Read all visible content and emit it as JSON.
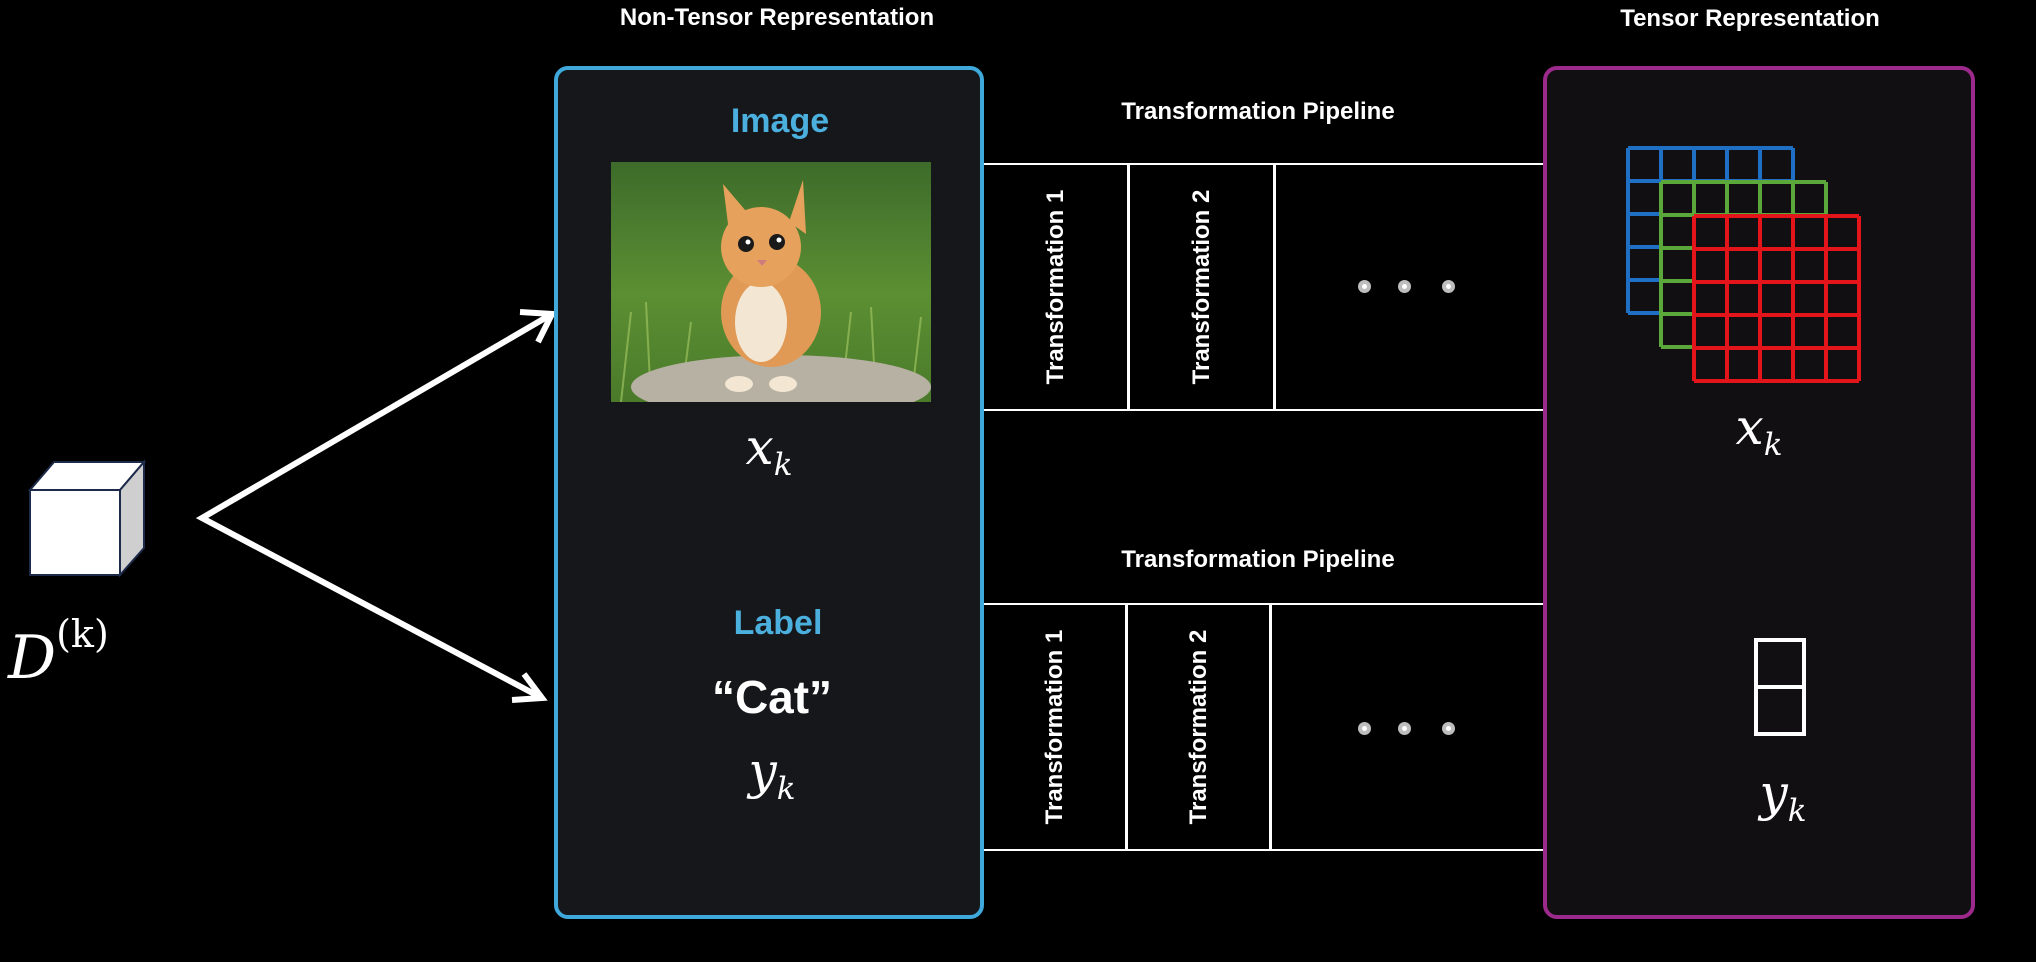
{
  "headings": {
    "non_tensor": "Non-Tensor Representation",
    "tensor": "Tensor Representation"
  },
  "dataset": {
    "symbol": "D",
    "superscript": "(k)"
  },
  "non_tensor": {
    "image_title": "Image",
    "image_var": "x",
    "image_var_sub": "k",
    "label_title": "Label",
    "label_value": "“Cat”",
    "label_var": "y",
    "label_var_sub": "k"
  },
  "pipelines": [
    {
      "title": "Transformation Pipeline",
      "stages": [
        "Transformation 1",
        "Transformation 2"
      ]
    },
    {
      "title": "Transformation Pipeline",
      "stages": [
        "Transformation 1",
        "Transformation 2"
      ]
    }
  ],
  "tensor": {
    "image_var": "x",
    "image_var_sub": "k",
    "label_var": "y",
    "label_var_sub": "k"
  },
  "colors": {
    "non_tensor_border": "#3fa9db",
    "tensor_border": "#9c2a8c",
    "channel_blue": "#1f6fc4",
    "channel_green": "#5aa83a",
    "channel_red": "#e3151b"
  },
  "icons": {
    "dataset": "cube-icon",
    "photo": "kitten-photo"
  }
}
